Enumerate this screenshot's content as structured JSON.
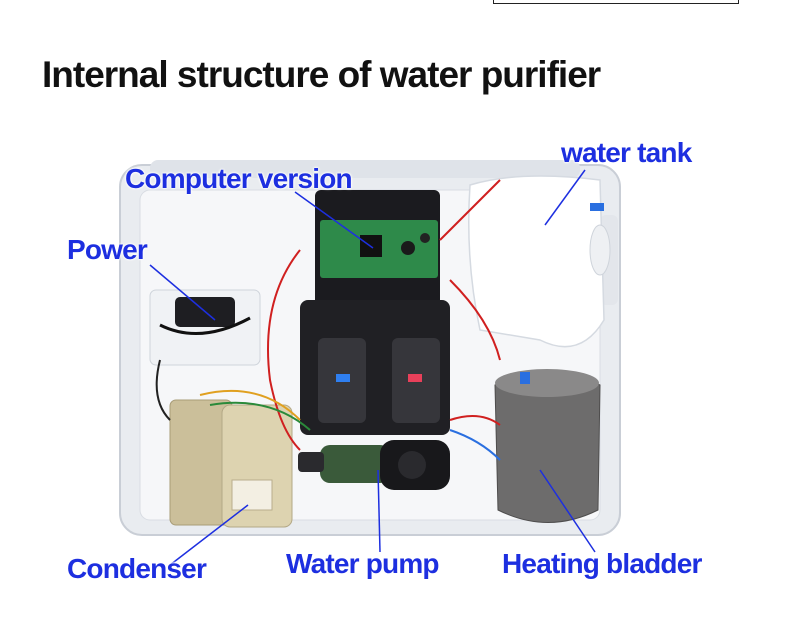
{
  "title": "Internal structure of water purifier",
  "labels": {
    "computer_version": "Computer version",
    "water_tank": "water tank",
    "power": "Power",
    "condenser": "Condenser",
    "water_pump": "Water pump",
    "heating_bladder": "Heating bladder"
  },
  "colors": {
    "label_blue": "#1d2fe0",
    "title_black": "#111111",
    "housing_white": "#f2f4f7"
  }
}
